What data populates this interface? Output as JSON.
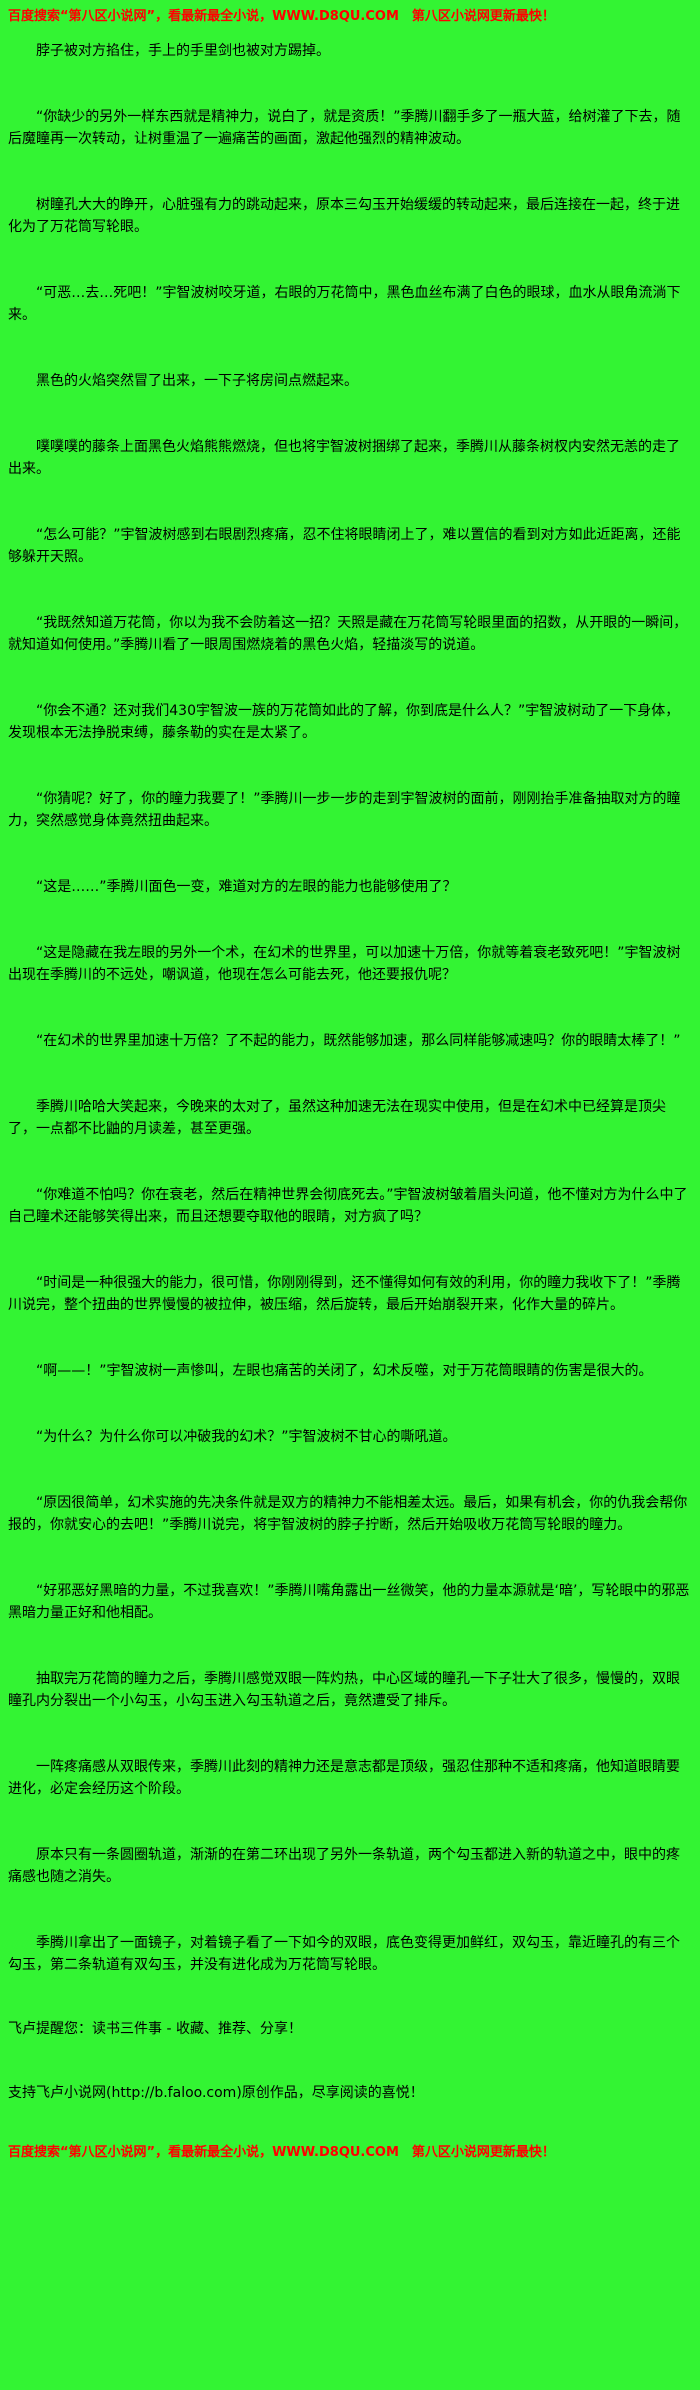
{
  "theme": {
    "background_color": "#33f433",
    "text_color": "#000000",
    "banner_color": "#ff0000"
  },
  "banners": {
    "top": "百度搜索“第八区小说网”，看最新最全小说，WWW.D8QU.COM　第八区小说网更新最快！",
    "bottom": "百度搜索“第八区小说网”，看最新最全小说，WWW.D8QU.COM　第八区小说网更新最快！"
  },
  "paragraphs": [
    "脖子被对方掐住，手上的手里剑也被对方踢掉。",
    "“你缺少的另外一样东西就是精神力，说白了，就是资质！”季腾川翻手多了一瓶大蓝，给树灌了下去，随后魔瞳再一次转动，让树重温了一遍痛苦的画面，激起他强烈的精神波动。",
    "树瞳孔大大的睁开，心脏强有力的跳动起来，原本三勾玉开始缓缓的转动起来，最后连接在一起，终于进化为了万花筒写轮眼。",
    "“可恶…去…死吧！”宇智波树咬牙道，右眼的万花筒中，黑色血丝布满了白色的眼球，血水从眼角流淌下来。",
    "黑色的火焰突然冒了出来，一下子将房间点燃起来。",
    "噗噗噗的藤条上面黑色火焰熊熊燃烧，但也将宇智波树捆绑了起来，季腾川从藤条树杈内安然无恙的走了出来。",
    "“怎么可能？”宇智波树感到右眼剧烈疼痛，忍不住将眼睛闭上了，难以置信的看到对方如此近距离，还能够躲开天照。",
    "“我既然知道万花筒，你以为我不会防着这一招？天照是藏在万花筒写轮眼里面的招数，从开眼的一瞬间，就知道如何使用。”季腾川看了一眼周围燃烧着的黑色火焰，轻描淡写的说道。",
    "“你会不通？还对我们430宇智波一族的万花筒如此的了解，你到底是什么人？”宇智波树动了一下身体，发现根本无法挣脱束缚，藤条勒的实在是太紧了。",
    "“你猜呢？好了，你的瞳力我要了！”季腾川一步一步的走到宇智波树的面前，刚刚抬手准备抽取对方的瞳力，突然感觉身体竟然扭曲起来。",
    "“这是……”季腾川面色一变，难道对方的左眼的能力也能够使用了？",
    "“这是隐藏在我左眼的另外一个术，在幻术的世界里，可以加速十万倍，你就等着衰老致死吧！”宇智波树出现在季腾川的不远处，嘲讽道，他现在怎么可能去死，他还要报仇呢？",
    "“在幻术的世界里加速十万倍？了不起的能力，既然能够加速，那么同样能够减速吗？你的眼睛太棒了！”",
    "季腾川哈哈大笑起来，今晚来的太对了，虽然这种加速无法在现实中使用，但是在幻术中已经算是顶尖了，一点都不比鼬的月读差，甚至更强。",
    "“你难道不怕吗？你在衰老，然后在精神世界会彻底死去。”宇智波树皱着眉头问道，他不懂对方为什么中了自己瞳术还能够笑得出来，而且还想要夺取他的眼睛，对方疯了吗？",
    "“时间是一种很强大的能力，很可惜，你刚刚得到，还不懂得如何有效的利用，你的瞳力我收下了！”季腾川说完，整个扭曲的世界慢慢的被拉伸，被压缩，然后旋转，最后开始崩裂开来，化作大量的碎片。",
    "“啊——！”宇智波树一声惨叫，左眼也痛苦的关闭了，幻术反噬，对于万花筒眼睛的伤害是很大的。",
    "“为什么？为什么你可以冲破我的幻术？”宇智波树不甘心的嘶吼道。",
    "“原因很简单，幻术实施的先决条件就是双方的精神力不能相差太远。最后，如果有机会，你的仇我会帮你报的，你就安心的去吧！”季腾川说完，将宇智波树的脖子拧断，然后开始吸收万花筒写轮眼的瞳力。",
    "“好邪恶好黑暗的力量，不过我喜欢！”季腾川嘴角露出一丝微笑，他的力量本源就是‘暗’，写轮眼中的邪恶黑暗力量正好和他相配。",
    "抽取完万花筒的瞳力之后，季腾川感觉双眼一阵灼热，中心区域的瞳孔一下子壮大了很多，慢慢的，双眼瞳孔内分裂出一个小勾玉，小勾玉进入勾玉轨道之后，竟然遭受了排斥。",
    "一阵疼痛感从双眼传来，季腾川此刻的精神力还是意志都是顶级，强忍住那种不适和疼痛，他知道眼睛要进化，必定会经历这个阶段。",
    "原本只有一条圆圈轨道，渐渐的在第二环出现了另外一条轨道，两个勾玉都进入新的轨道之中，眼中的疼痛感也随之消失。",
    "季腾川拿出了一面镜子，对着镜子看了一下如今的双眼，底色变得更加鲜红，双勾玉，靠近瞳孔的有三个勾玉，第二条轨道有双勾玉，并没有进化成为万花筒写轮眼。"
  ],
  "footer": {
    "reminder": "飞卢提醒您：读书三件事 - 收藏、推荐、分享！",
    "support": "支持飞卢小说网(http://b.faloo.com)原创作品，尽享阅读的喜悦！"
  }
}
